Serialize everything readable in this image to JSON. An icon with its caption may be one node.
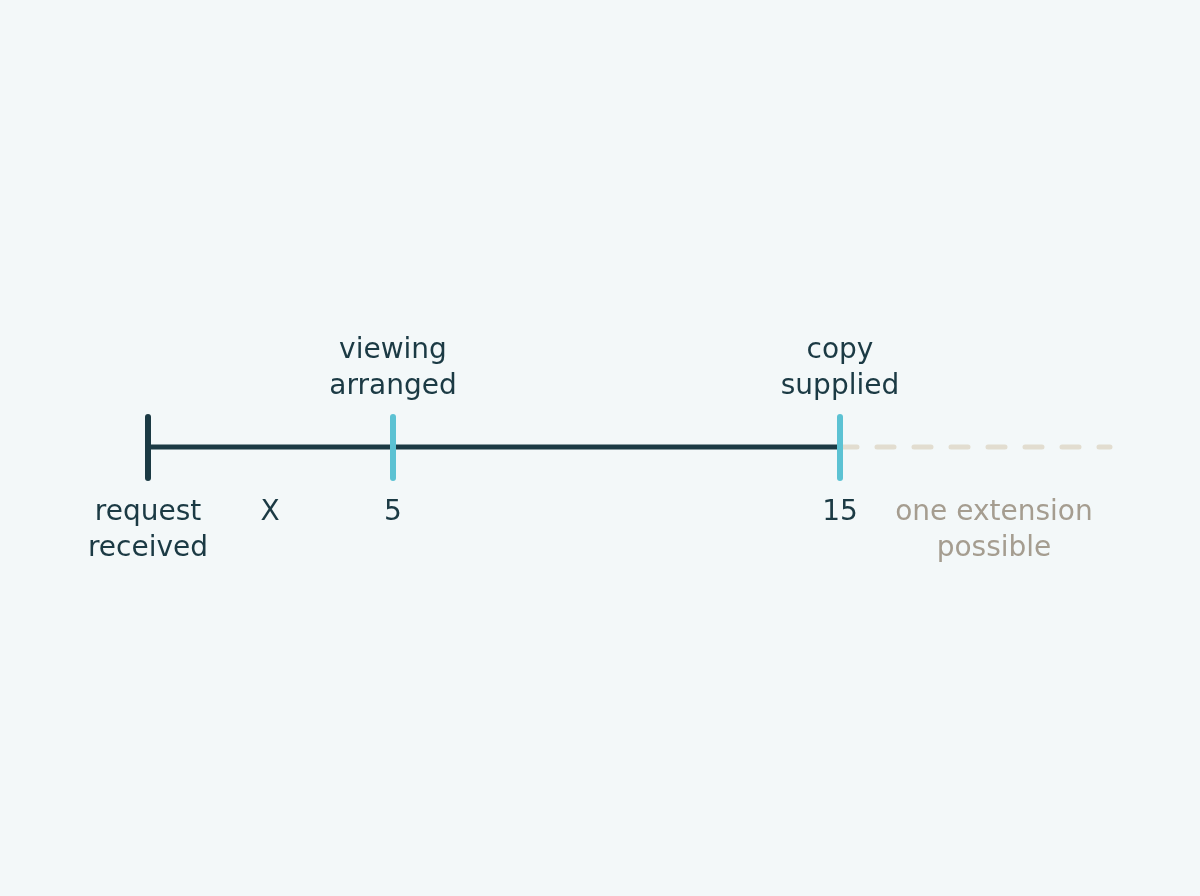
{
  "diagram": {
    "labels": [
      "viewing arranged",
      "copy supplied",
      "request received",
      "X",
      "5",
      "15",
      "one extension possible"
    ]
  }
}
